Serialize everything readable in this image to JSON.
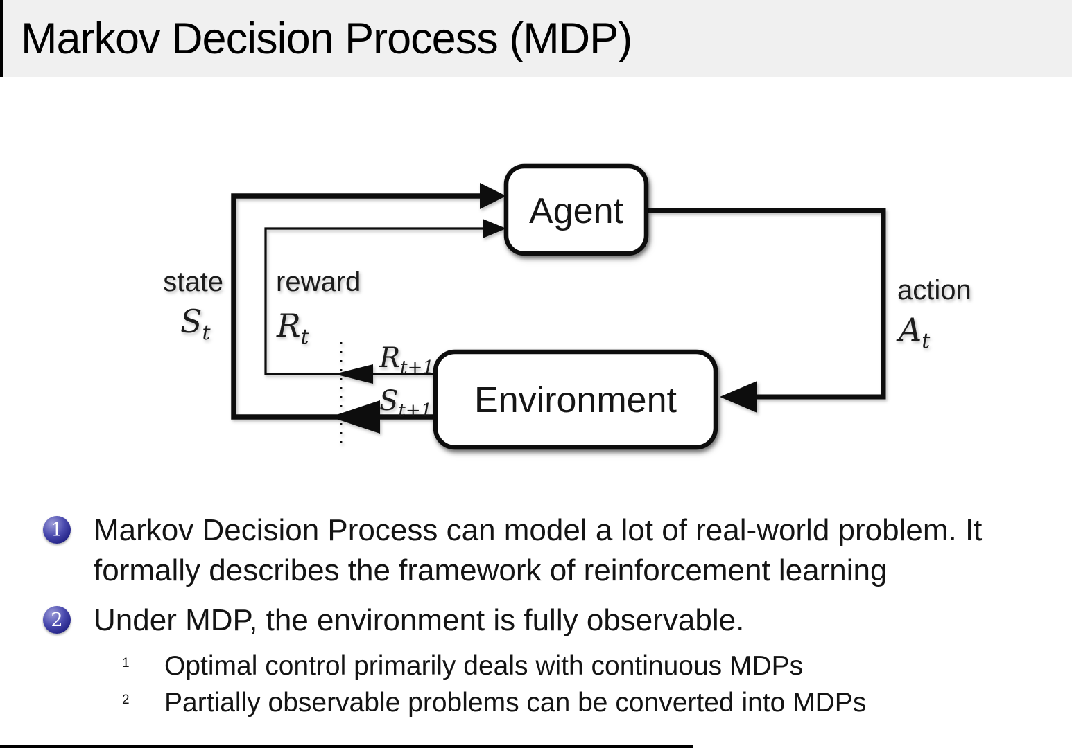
{
  "slide": {
    "title": "Markov Decision Process (MDP)",
    "bullets": [
      {
        "number": "1",
        "text": "Markov Decision Process can model a lot of real-world problem. It formally describes the framework of reinforcement learning"
      },
      {
        "number": "2",
        "text": "Under MDP, the environment is fully observable.",
        "sub": [
          {
            "number": "1",
            "text": "Optimal control primarily deals with continuous MDPs"
          },
          {
            "number": "2",
            "text": "Partially observable problems can be converted into MDPs"
          }
        ]
      }
    ]
  },
  "diagram": {
    "agent_label": "Agent",
    "environment_label": "Environment",
    "state_label": "state",
    "state_symbol": "S",
    "state_sub": "t",
    "reward_label": "reward",
    "reward_symbol": "R",
    "reward_sub": "t",
    "action_label": "action",
    "action_symbol": "A",
    "action_sub": "t",
    "next_reward_symbol": "R",
    "next_reward_sub": "t+1",
    "next_state_symbol": "S",
    "next_state_sub": "t+1"
  },
  "colors": {
    "title_bar_bg": "#f0f0f0",
    "slide_bg": "#ffffff",
    "ink": "#111111",
    "bullet_ball_blue": "#2b2b8f",
    "bullet_number_color": "#ffffff"
  }
}
